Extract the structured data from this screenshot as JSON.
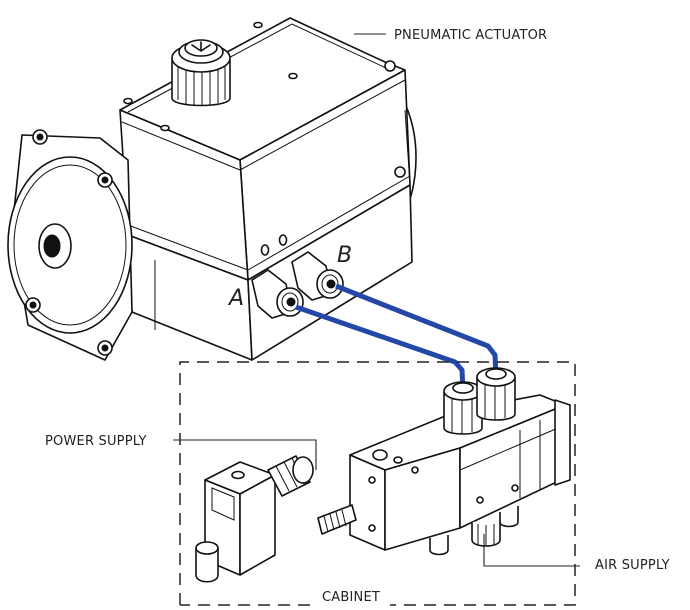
{
  "labels": {
    "pneumatic_actuator": "PNEUMATIC ACTUATOR",
    "power_supply": "POWER SUPPLY",
    "air_supply": "AIR SUPPLY",
    "cabinet": "CABINET",
    "port_a": "A",
    "port_b": "B"
  },
  "colors": {
    "tubing": "#2448a8",
    "outline": "#111111",
    "cabinet_border": "#222222"
  }
}
